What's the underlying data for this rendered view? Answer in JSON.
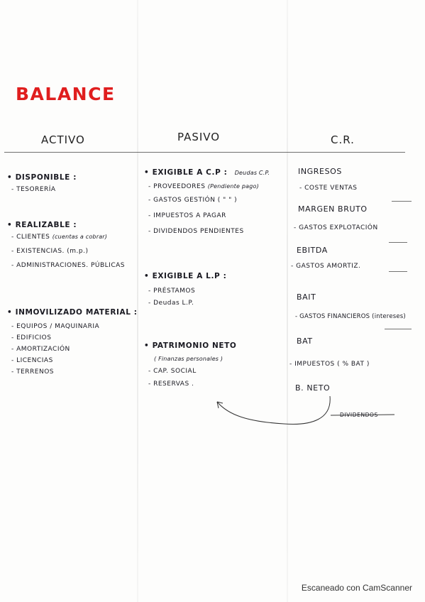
{
  "title": "BALANCE",
  "headers": {
    "activo": "ACTIVO",
    "pasivo": "PASIVO",
    "cr": "C.R."
  },
  "activo": {
    "disponible": {
      "title": "• DISPONIBLE :",
      "items": [
        "- TESORERÍA"
      ]
    },
    "realizable": {
      "title": "• REALIZABLE :",
      "items": [
        "- CLIENTES",
        "- EXISTENCIAS. (m.p.)",
        "- ADMINISTRACIONES. PÚBLICAS"
      ],
      "clientes_note": "(cuentas a cobrar)"
    },
    "inmovilizado": {
      "title": "• INMOVILIZADO MATERIAL :",
      "items": [
        "- EQUIPOS / MAQUINARIA",
        "- EDIFICIOS",
        "- AMORTIZACIÓN",
        "- LICENCIAS",
        "- TERRENOS"
      ]
    }
  },
  "pasivo": {
    "exigible_cp": {
      "title": "• EXIGIBLE A C.P :",
      "title_note": "Deudas C.P.",
      "items": [
        "- PROVEEDORES",
        "- GASTOS GESTIÓN ( \"   \" )",
        "- IMPUESTOS A PAGAR",
        "- DIVIDENDOS PENDIENTES"
      ],
      "proveedores_note": "(Pendiente pago)"
    },
    "exigible_lp": {
      "title": "• EXIGIBLE A L.P :",
      "items": [
        "- PRÉSTAMOS",
        "- Deudas L.P."
      ]
    },
    "patrimonio": {
      "title": "• PATRIMONIO NETO",
      "note": "( Finanzas personales )",
      "items": [
        "- CAP. SOCIAL",
        "- RESERVAS ."
      ]
    }
  },
  "cr": {
    "ingresos": "INGRESOS",
    "coste_ventas": "- COSTE VENTAS",
    "margen_bruto": "MARGEN BRUTO",
    "gastos_explotacion": "- GASTOS EXPLOTACIÓN",
    "ebitda": "EBITDA",
    "gastos_amortiz": "- GASTOS AMORTIZ.",
    "bait": "BAIT",
    "gastos_financieros": "- GASTOS FINANCIEROS (intereses)",
    "bat": "BAT",
    "impuestos": "- IMPUESTOS ( % BAT )",
    "b_neto": "B. NETO",
    "dividendos": "DIVIDENDOS"
  },
  "footer": "Escaneado con CamScanner",
  "colors": {
    "title": "#e01e1e",
    "ink": "#1a1a22"
  }
}
